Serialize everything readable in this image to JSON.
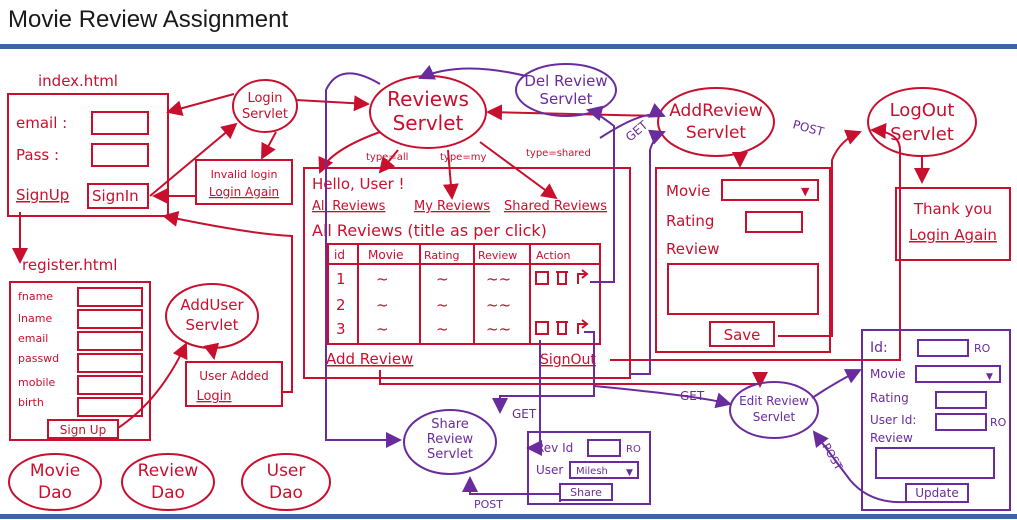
{
  "page_title": "Movie Review Assignment",
  "colors": {
    "red": "#c8102e",
    "purple": "#6a2c9c",
    "rule": "#3b66a3"
  },
  "index": {
    "title": "index.html",
    "email_label": "email :",
    "pass_label": "Pass :",
    "signup": "SignUp",
    "signin": "SignIn"
  },
  "login_servlet": {
    "line1": "Login",
    "line2": "Servlet"
  },
  "invalid_login": {
    "line1": "Invalid login",
    "line2": "Login Again"
  },
  "reviews_servlet": {
    "line1": "Reviews",
    "line2": "Servlet"
  },
  "del_review": {
    "line1": "Del Review",
    "line2": "Servlet"
  },
  "add_review_servlet": {
    "line1": "AddReview",
    "line2": "Servlet"
  },
  "logout_servlet": {
    "line1": "LogOut",
    "line2": "Servlet"
  },
  "thank_you": {
    "line1": "Thank you",
    "line2": "Login Again"
  },
  "reviews_page": {
    "type_all": "type=all",
    "type_my": "type=my",
    "type_shared": "type=shared",
    "hello": "Hello, User !",
    "tab_all": "All Reviews",
    "tab_my": "My Reviews",
    "tab_shared": "Shared Reviews",
    "subtitle": "All Reviews (title as per click)",
    "headers": [
      "id",
      "Movie",
      "Rating",
      "Review",
      "Action"
    ],
    "rows": [
      {
        "id": "1",
        "movie": "~",
        "rating": "~",
        "review": "~~"
      },
      {
        "id": "2",
        "movie": "~",
        "rating": "~",
        "review": "~~"
      },
      {
        "id": "3",
        "movie": "~",
        "rating": "~",
        "review": "~~"
      }
    ],
    "add_review": "Add Review",
    "signout": "SignOut"
  },
  "add_review_form": {
    "movie_label": "Movie",
    "rating_label": "Rating",
    "review_label": "Review",
    "save": "Save",
    "arrow_get": "GET",
    "arrow_post": "POST"
  },
  "register": {
    "title": "register.html",
    "fields": [
      "fname",
      "lname",
      "email",
      "passwd",
      "mobile",
      "birth"
    ],
    "signup": "Sign Up"
  },
  "add_user_servlet": {
    "line1": "AddUser",
    "line2": "Servlet"
  },
  "user_added": {
    "line1": "User Added",
    "line2": "Login"
  },
  "daos": [
    {
      "line1": "Movie",
      "line2": "Dao"
    },
    {
      "line1": "Review",
      "line2": "Dao"
    },
    {
      "line1": "User",
      "line2": "Dao"
    }
  ],
  "share_servlet": {
    "line1": "Share",
    "line2": "Review",
    "line3": "Servlet"
  },
  "share_form": {
    "rev_id_label": "Rev Id",
    "ro": "RO",
    "user_label": "User",
    "user_value": "Milesh",
    "share": "Share"
  },
  "edit_servlet": {
    "line1": "Edit Review",
    "line2": "Servlet"
  },
  "edit_form": {
    "id_label": "Id:",
    "ro": "RO",
    "movie_label": "Movie",
    "rating_label": "Rating",
    "userid_label": "User Id:",
    "review_label": "Review",
    "update": "Update"
  },
  "labels": {
    "get_share": "GET",
    "get_edit": "GET",
    "post_share": "POST",
    "post_edit": "POST"
  }
}
